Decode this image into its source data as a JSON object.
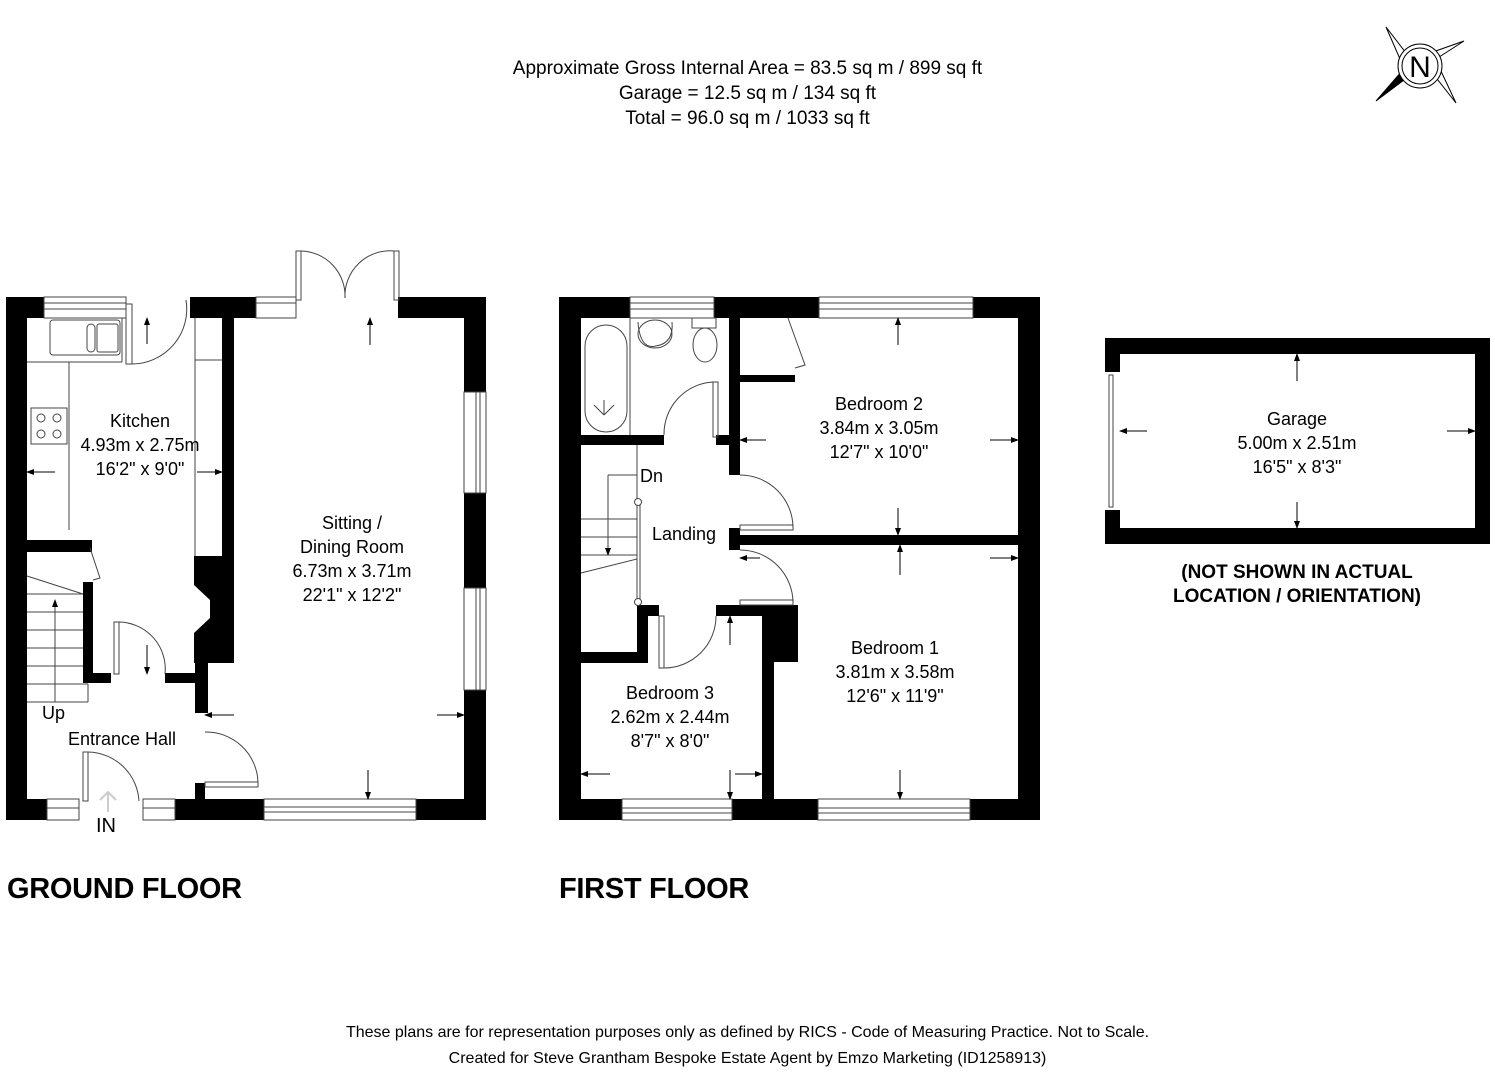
{
  "area_summary": {
    "gross_internal": "Approximate Gross Internal Area = 83.5 sq m / 899 sq ft",
    "garage": "Garage = 12.5 sq m / 134 sq ft",
    "total": "Total = 96.0 sq m / 1033 sq ft"
  },
  "compass": {
    "label": "N",
    "icon": "north-compass-icon"
  },
  "ground_floor": {
    "title": "GROUND FLOOR",
    "rooms": [
      {
        "name": "Kitchen",
        "metric": "4.93m x 2.75m",
        "imperial": "16'2\" x 9'0\""
      },
      {
        "name": "Sitting /",
        "name2": "Dining Room",
        "metric": "6.73m x 3.71m",
        "imperial": "22'1\" x 12'2\""
      },
      {
        "name": "Entrance Hall"
      }
    ],
    "stairs_label": "Up",
    "entrance_label": "IN"
  },
  "first_floor": {
    "title": "FIRST FLOOR",
    "rooms": [
      {
        "name": "Bedroom 2",
        "metric": "3.84m x 3.05m",
        "imperial": "12'7\" x 10'0\""
      },
      {
        "name": "Landing"
      },
      {
        "name": "Bedroom 1",
        "metric": "3.81m x 3.58m",
        "imperial": "12'6\" x 11'9\""
      },
      {
        "name": "Bedroom 3",
        "metric": "2.62m x 2.44m",
        "imperial": "8'7\" x 8'0\""
      }
    ],
    "stairs_label": "Dn"
  },
  "garage": {
    "name": "Garage",
    "metric": "5.00m x 2.51m",
    "imperial": "16'5\" x 8'3\"",
    "note_line1": "(NOT SHOWN IN ACTUAL",
    "note_line2": "LOCATION / ORIENTATION)"
  },
  "footer": {
    "line1": "These plans are for representation purposes only as defined by RICS - Code of Measuring Practice. Not to Scale.",
    "line2": "Created for Steve Grantham Bespoke Estate Agent by Emzo Marketing (ID1258913)"
  },
  "colors": {
    "wall": "#000000",
    "background": "#ffffff",
    "line": "#333333",
    "entry_arrow": "#cccccc"
  }
}
